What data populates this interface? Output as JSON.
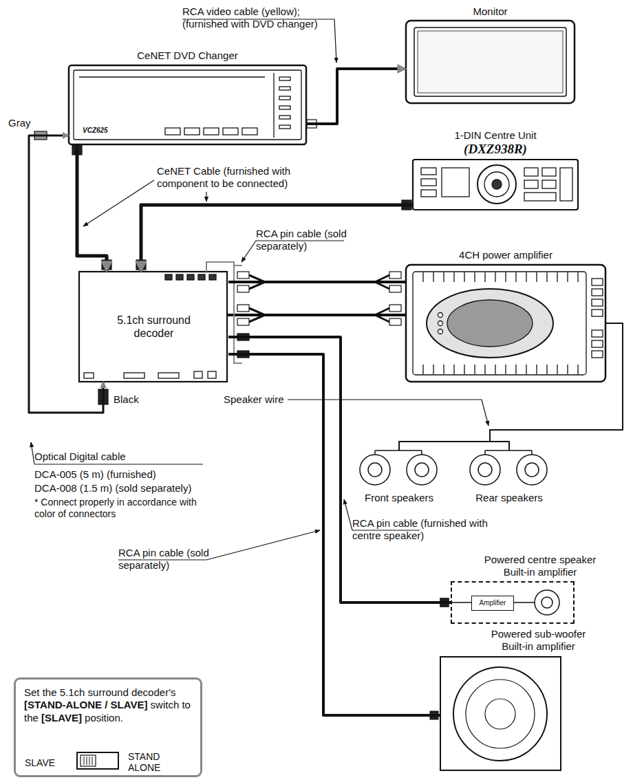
{
  "diagram": {
    "nodes": [
      {
        "text": [
          "Monitor"
        ]
      },
      {
        "text": [
          "CeNET DVD Changer"
        ]
      },
      {
        "text": [
          "1-DIN Centre Unit",
          "(DXZ938R)"
        ]
      },
      {
        "text": [
          "5.1ch surround decoder"
        ]
      },
      {
        "text": [
          "4CH power amplifier"
        ]
      },
      {
        "text": [
          "Front speakers"
        ]
      },
      {
        "text": [
          "Rear speakers"
        ]
      },
      {
        "text": [
          "Powered centre speaker",
          "Built-in amplifier"
        ]
      },
      {
        "text": [
          "Amplifier"
        ],
        "in": 7
      },
      {
        "text": [
          "Powered sub-woofer",
          "Built-in amplifier"
        ]
      },
      {
        "text": [
          "Set the 5.1ch surround decoder's [STAND-ALONE / SLAVE] switch to the [SLAVE] position.",
          "SLAVE",
          "STAND ALONE"
        ]
      }
    ],
    "edges": [
      {
        "from": 1,
        "to": 0,
        "arrow": "to"
      },
      {
        "from": 1,
        "to": 3,
        "arrow": "to"
      },
      {
        "from": 2,
        "to": 3,
        "arrow": "to"
      },
      {
        "from": 1,
        "to": 3,
        "arrow": "both"
      },
      {
        "from": 3,
        "to": 4,
        "arrow": "none"
      },
      {
        "from": 4,
        "to": 5,
        "arrow": "none"
      },
      {
        "from": 4,
        "to": 6,
        "arrow": "none"
      },
      {
        "from": 3,
        "to": 7,
        "arrow": "none"
      },
      {
        "from": 3,
        "to": 9,
        "arrow": "none"
      }
    ],
    "labels": [
      "RCA video cable (yellow); (furnished with DVD changer)",
      "Gray",
      "VCZ625",
      "CeNET Cable (furnished with component to be connected)",
      "RCA pin cable (sold separately)",
      "Speaker wire",
      "Black",
      "Optical Digital cable",
      "DCA-005 (5 m) (furnished)",
      "DCA-008 (1.5 m) (sold separately)",
      "* Connect properly in accordance with color of connectors",
      "RCA pin cable (furnished with centre speaker)",
      "RCA pin cable (sold separately)"
    ]
  }
}
